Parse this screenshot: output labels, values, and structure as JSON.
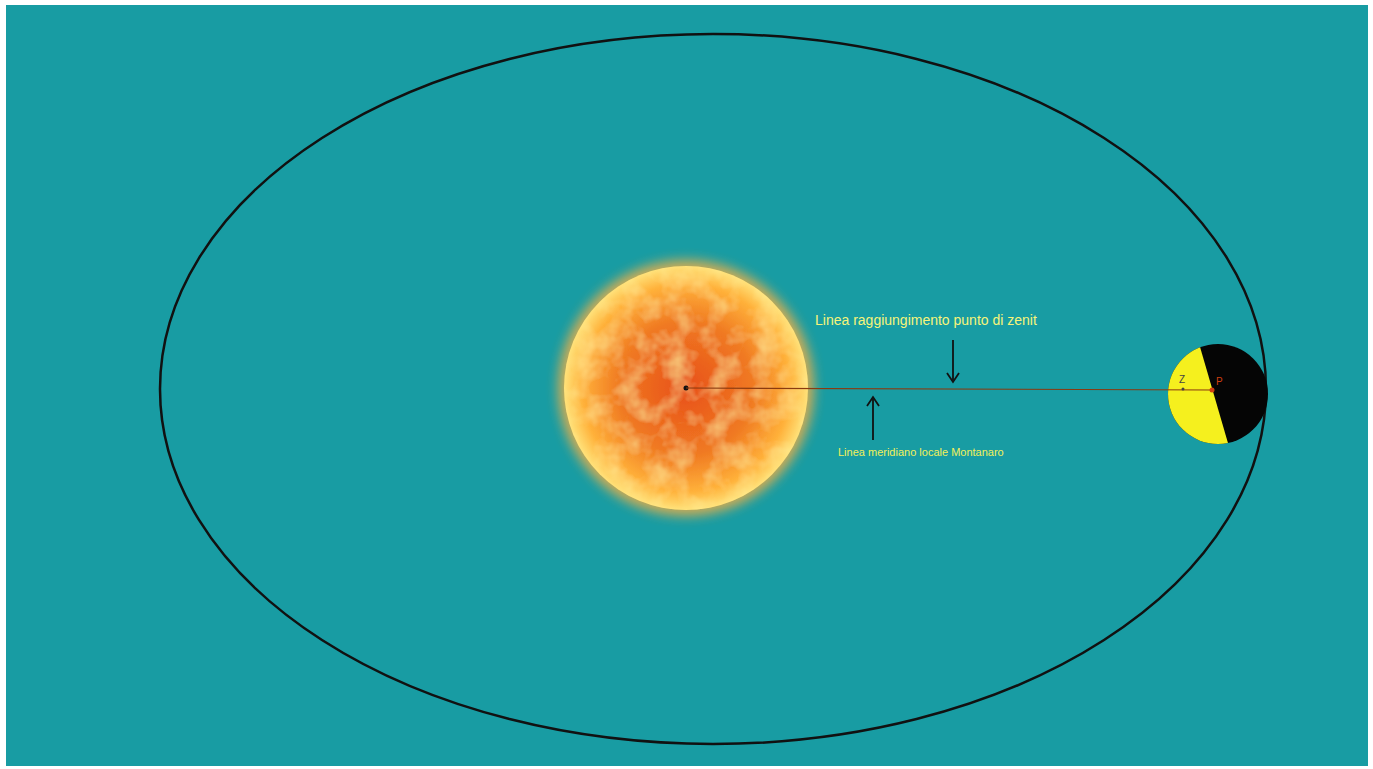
{
  "diagram": {
    "labels": [
      "Linea raggiungimento punto di zenit",
      "Linea meridiano locale Montanaro",
      "Z",
      "P"
    ]
  }
}
